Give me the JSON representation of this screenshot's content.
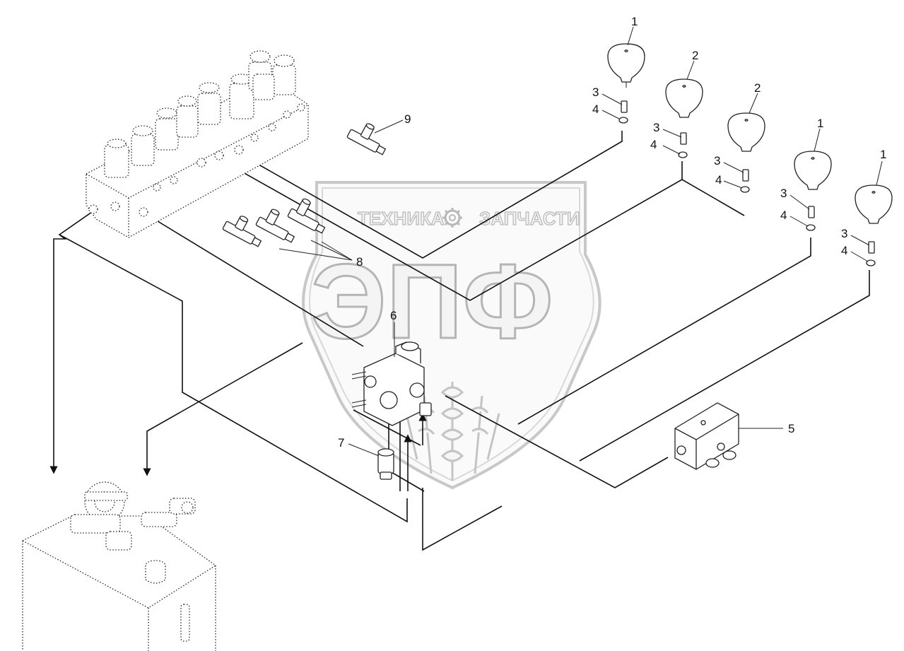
{
  "watermark": {
    "left_word": "ТЕХНИКА",
    "right_word": "ЗАПЧАСТИ",
    "letters": "ЭПФ",
    "gear_icon": "gear-icon"
  },
  "callouts": [
    {
      "id": "c1a",
      "text": "1"
    },
    {
      "id": "c2a",
      "text": "2"
    },
    {
      "id": "c2b",
      "text": "2"
    },
    {
      "id": "c1b",
      "text": "1"
    },
    {
      "id": "c1c",
      "text": "1"
    },
    {
      "id": "c3a",
      "text": "3"
    },
    {
      "id": "c4a",
      "text": "4"
    },
    {
      "id": "c3b",
      "text": "3"
    },
    {
      "id": "c4b",
      "text": "4"
    },
    {
      "id": "c3c",
      "text": "3"
    },
    {
      "id": "c4c",
      "text": "4"
    },
    {
      "id": "c3d",
      "text": "3"
    },
    {
      "id": "c4d",
      "text": "4"
    },
    {
      "id": "c3e",
      "text": "3"
    },
    {
      "id": "c4e",
      "text": "4"
    },
    {
      "id": "c5",
      "text": "5"
    },
    {
      "id": "c6",
      "text": "6"
    },
    {
      "id": "c7",
      "text": "7"
    },
    {
      "id": "c8",
      "text": "8"
    },
    {
      "id": "c9",
      "text": "9"
    }
  ]
}
